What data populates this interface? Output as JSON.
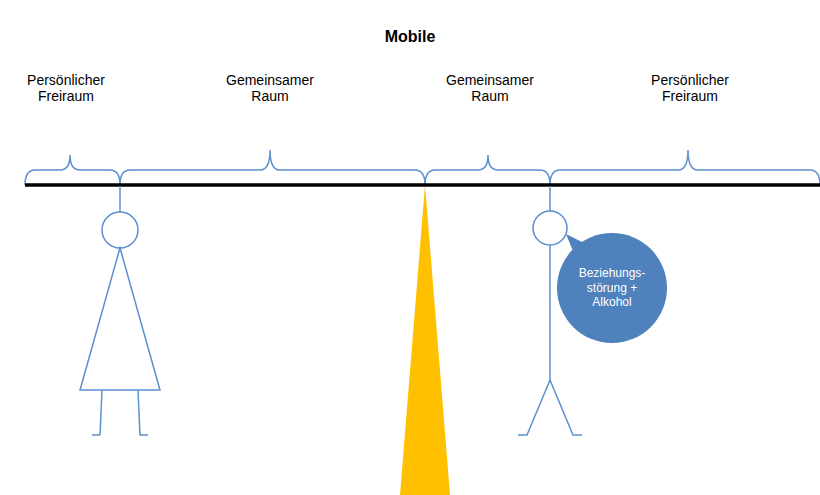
{
  "diagram": {
    "title": "Mobile",
    "nodes": [
      {
        "text": [
          "Beziehungs- störung + Alkohol"
        ]
      }
    ],
    "labels": [
      "Persönlicher Freiraum",
      "Gemeinsamer Raum",
      "Gemeinsamer Raum",
      "Persönlicher Freiraum"
    ]
  }
}
